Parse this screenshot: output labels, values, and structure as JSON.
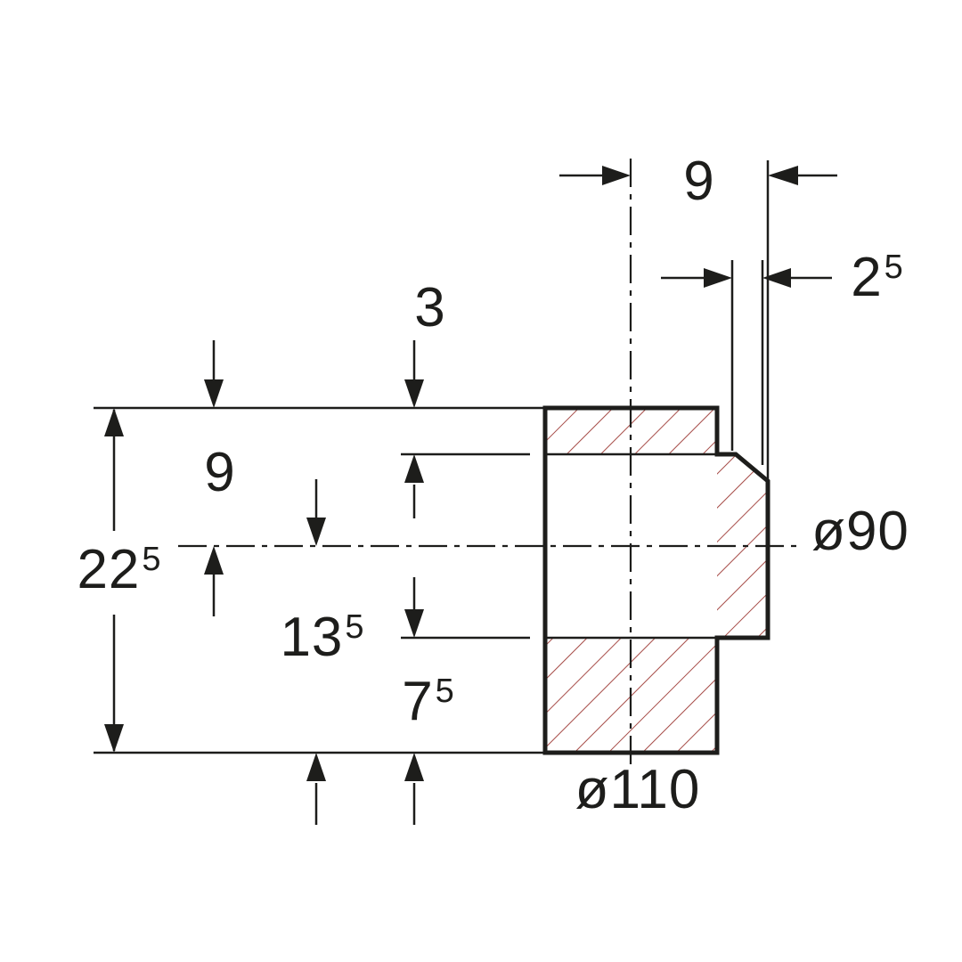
{
  "colors": {
    "line": "#1d1d1b",
    "hatch": "#9c3732",
    "background": "#ffffff"
  },
  "dimensions": {
    "top_width": {
      "value": "9"
    },
    "lip_width": {
      "value": "2",
      "sup": "5"
    },
    "flange_thickness": {
      "value": "3"
    },
    "upper_height": {
      "value": "9"
    },
    "total_height": {
      "value": "22",
      "sup": "5"
    },
    "lower_height": {
      "value": "13",
      "sup": "5"
    },
    "base_height": {
      "value": "7",
      "sup": "5"
    },
    "diameter_inner": {
      "value": "ø90"
    },
    "diameter_outer": {
      "value": "ø110"
    }
  }
}
